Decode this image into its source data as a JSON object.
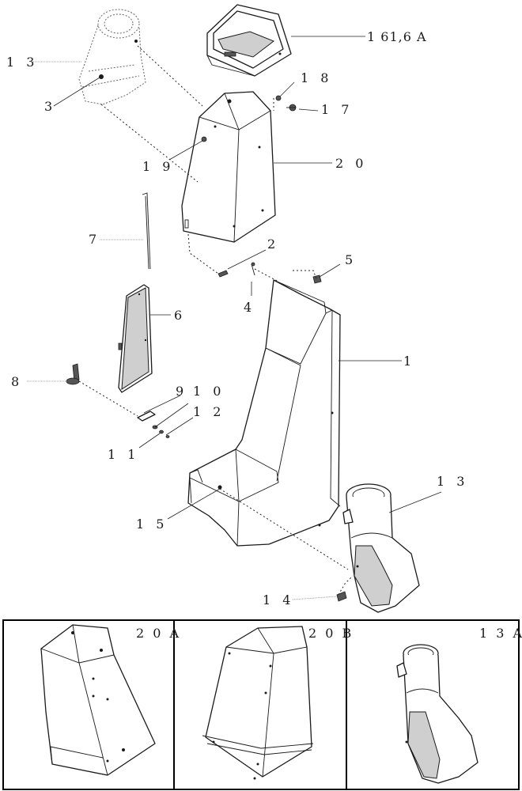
{
  "callouts": {
    "c13_top": "1 3",
    "c3": "3",
    "c161": "1 61,6 A",
    "c18": "1 8",
    "c17": "1 7",
    "c19": "1 9",
    "c20": "2 0",
    "c7": "7",
    "c2": "2",
    "c5": "5",
    "c4": "4",
    "c6": "6",
    "c1": "1",
    "c8": "8",
    "c9": "9",
    "c10": "1 0",
    "c12": "1 2",
    "c11": "1 1",
    "c13_bottom": "1 3",
    "c15": "1 5",
    "c14": "1 4"
  },
  "insets": [
    {
      "label": "2 0 A",
      "shows": "20A"
    },
    {
      "label": "2 0 B",
      "shows": "20B"
    },
    {
      "label": "1 3 A",
      "shows": "13A"
    }
  ]
}
